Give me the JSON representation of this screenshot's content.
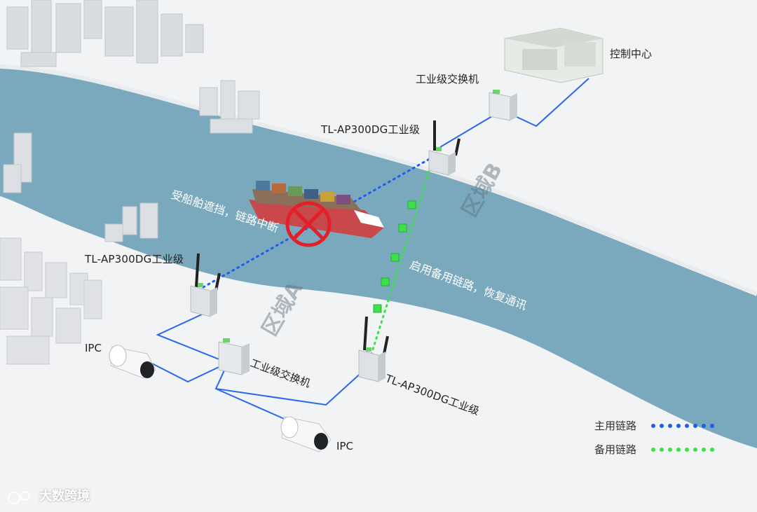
{
  "labels": {
    "control_center": "控制中心",
    "switch_top": "工业级交换机",
    "ap_top": "TL-AP300DG工业级",
    "ap_left": "TL-AP300DG工业级",
    "ap_bottom": "TL-AP300DG工业级",
    "switch_bottom": "工业级交换机",
    "ipc_left": "IPC",
    "ipc_bottom": "IPC",
    "blocked_note": "受船舶遮挡，链路中断",
    "backup_note": "启用备用链路，恢复通讯"
  },
  "regions": {
    "a": "区域A",
    "b": "区域B"
  },
  "legend": {
    "primary": {
      "label": "主用链路",
      "color": "#1f5cf0"
    },
    "backup": {
      "label": "备用链路",
      "color": "#3ee04a"
    }
  },
  "colors": {
    "river": "#7aa9bd",
    "cable": "#2a67f0",
    "block_x": "#e3202a"
  },
  "watermark": "大数跨境"
}
